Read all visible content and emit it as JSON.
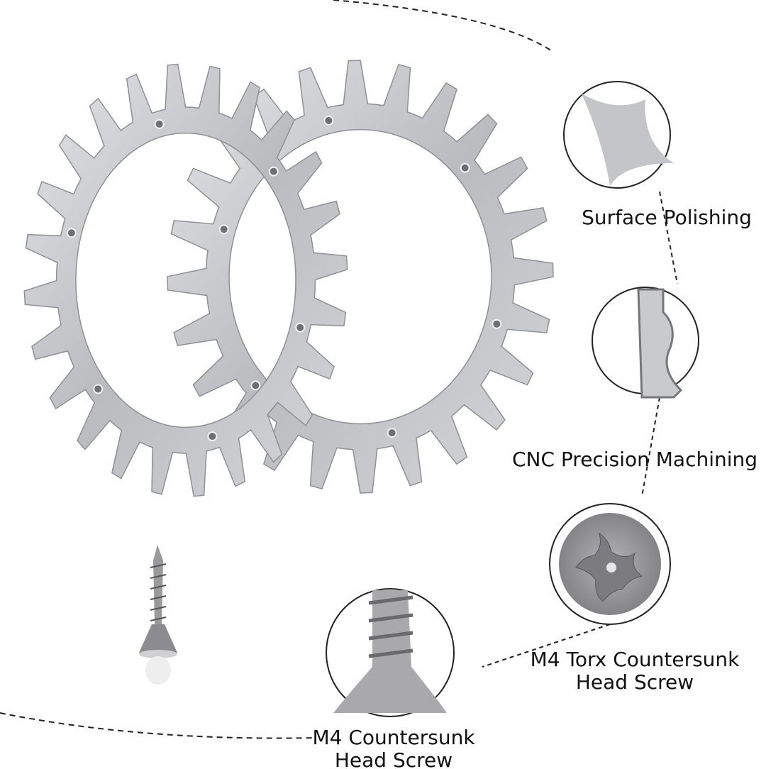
{
  "features": [
    {
      "label": "Surface Polishing"
    },
    {
      "label": "CNC Precision Machining"
    },
    {
      "label_line1": "M4 Torx Countersunk",
      "label_line2": "Head Screw"
    },
    {
      "label_line1": "M4 Countersunk",
      "label_line2": "Head Screw"
    }
  ],
  "product": {
    "ring_count": 2,
    "teeth_per_ring": 24,
    "screw_drive": "torx-icon"
  },
  "colors": {
    "metal": "#c9cacd",
    "metal_dark": "#8e9095",
    "text": "#111111",
    "dashed_line": "#222222"
  }
}
